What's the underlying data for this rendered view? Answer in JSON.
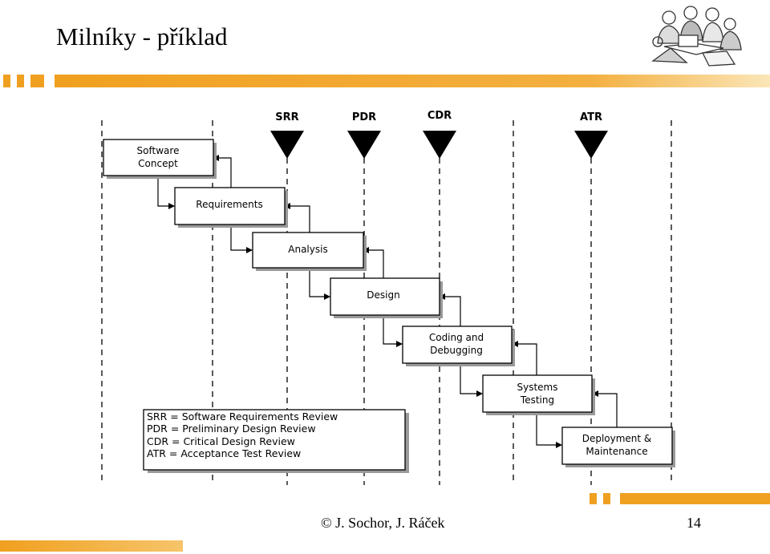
{
  "slide": {
    "title": "Milníky - příklad",
    "footer": "© J. Sochor, J. Ráček",
    "page_number": "14"
  },
  "colors": {
    "accent": "#f0a020",
    "line": "#000000",
    "box_fill": "#ffffff",
    "box_shadow": "#9a9a9a"
  },
  "milestones": [
    {
      "label": "SRR"
    },
    {
      "label": "PDR"
    },
    {
      "label": "CDR"
    },
    {
      "label": "ATR"
    }
  ],
  "phases": [
    {
      "lines": [
        "Software",
        "Concept"
      ]
    },
    {
      "lines": [
        "Requirements"
      ]
    },
    {
      "lines": [
        "Analysis"
      ]
    },
    {
      "lines": [
        "Design"
      ]
    },
    {
      "lines": [
        "Coding and",
        "Debugging"
      ]
    },
    {
      "lines": [
        "Systems",
        "Testing"
      ]
    },
    {
      "lines": [
        "Deployment &",
        "Maintenance"
      ]
    }
  ],
  "legend": [
    "SRR = Software Requirements Review",
    "PDR = Preliminary Design Review",
    "CDR = Critical Design Review",
    "ATR = Acceptance Test Review"
  ],
  "icons": {
    "clipart": "people-team-icon"
  }
}
